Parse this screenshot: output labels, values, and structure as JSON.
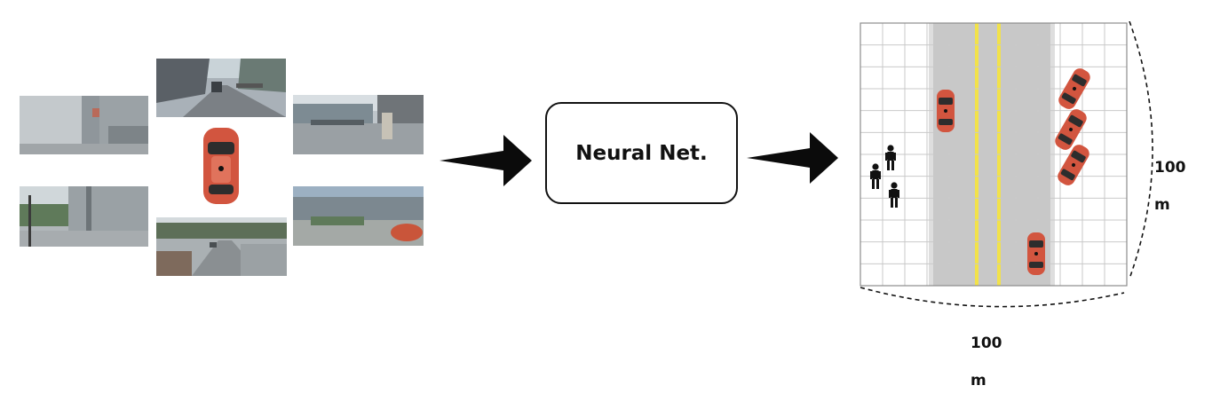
{
  "network": {
    "label": "Neural Net."
  },
  "dimensions": {
    "right": {
      "value": "100",
      "unit": "m"
    },
    "bottom": {
      "value": "100",
      "unit": "m"
    }
  },
  "colors": {
    "car": "#d2553f",
    "road": "#c8c8c8",
    "lane_line": "#f2e24a",
    "grid": "#c9c9c9"
  },
  "cameras": [
    "front",
    "front-left",
    "front-right",
    "back-left",
    "back-right",
    "back"
  ],
  "bev": {
    "cars": 5,
    "pedestrians": 3
  }
}
